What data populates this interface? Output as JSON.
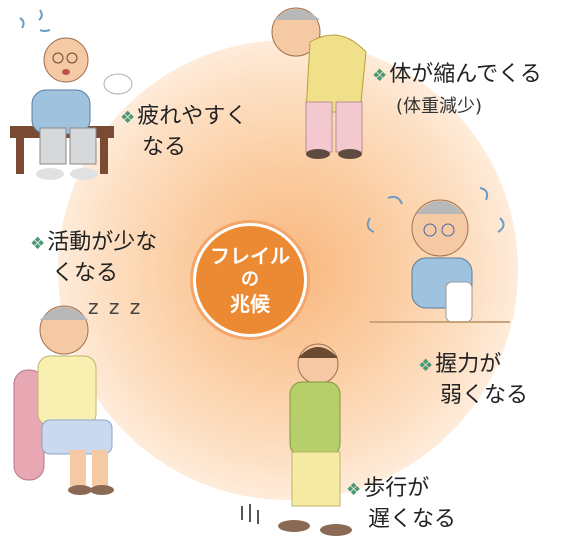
{
  "center": {
    "line1": "フレイル",
    "line2": "の",
    "line3": "兆候"
  },
  "signs": [
    {
      "mark": "❖",
      "line1": "疲れやすく",
      "line2": "なる"
    },
    {
      "mark": "❖",
      "line1": "体が縮んでくる",
      "line2": "(体重減少)"
    },
    {
      "mark": "❖",
      "line1": "活動が少な",
      "line2": "くなる"
    },
    {
      "mark": "❖",
      "line1": "握力が",
      "line2": "弱くなる"
    },
    {
      "mark": "❖",
      "line1": "歩行が",
      "line2": "遅くなる"
    }
  ],
  "decor": {
    "snore": "z z z"
  },
  "colors": {
    "badge": "#ec8a33",
    "glow": "#f8b77e",
    "mark": "#4b9a76"
  }
}
